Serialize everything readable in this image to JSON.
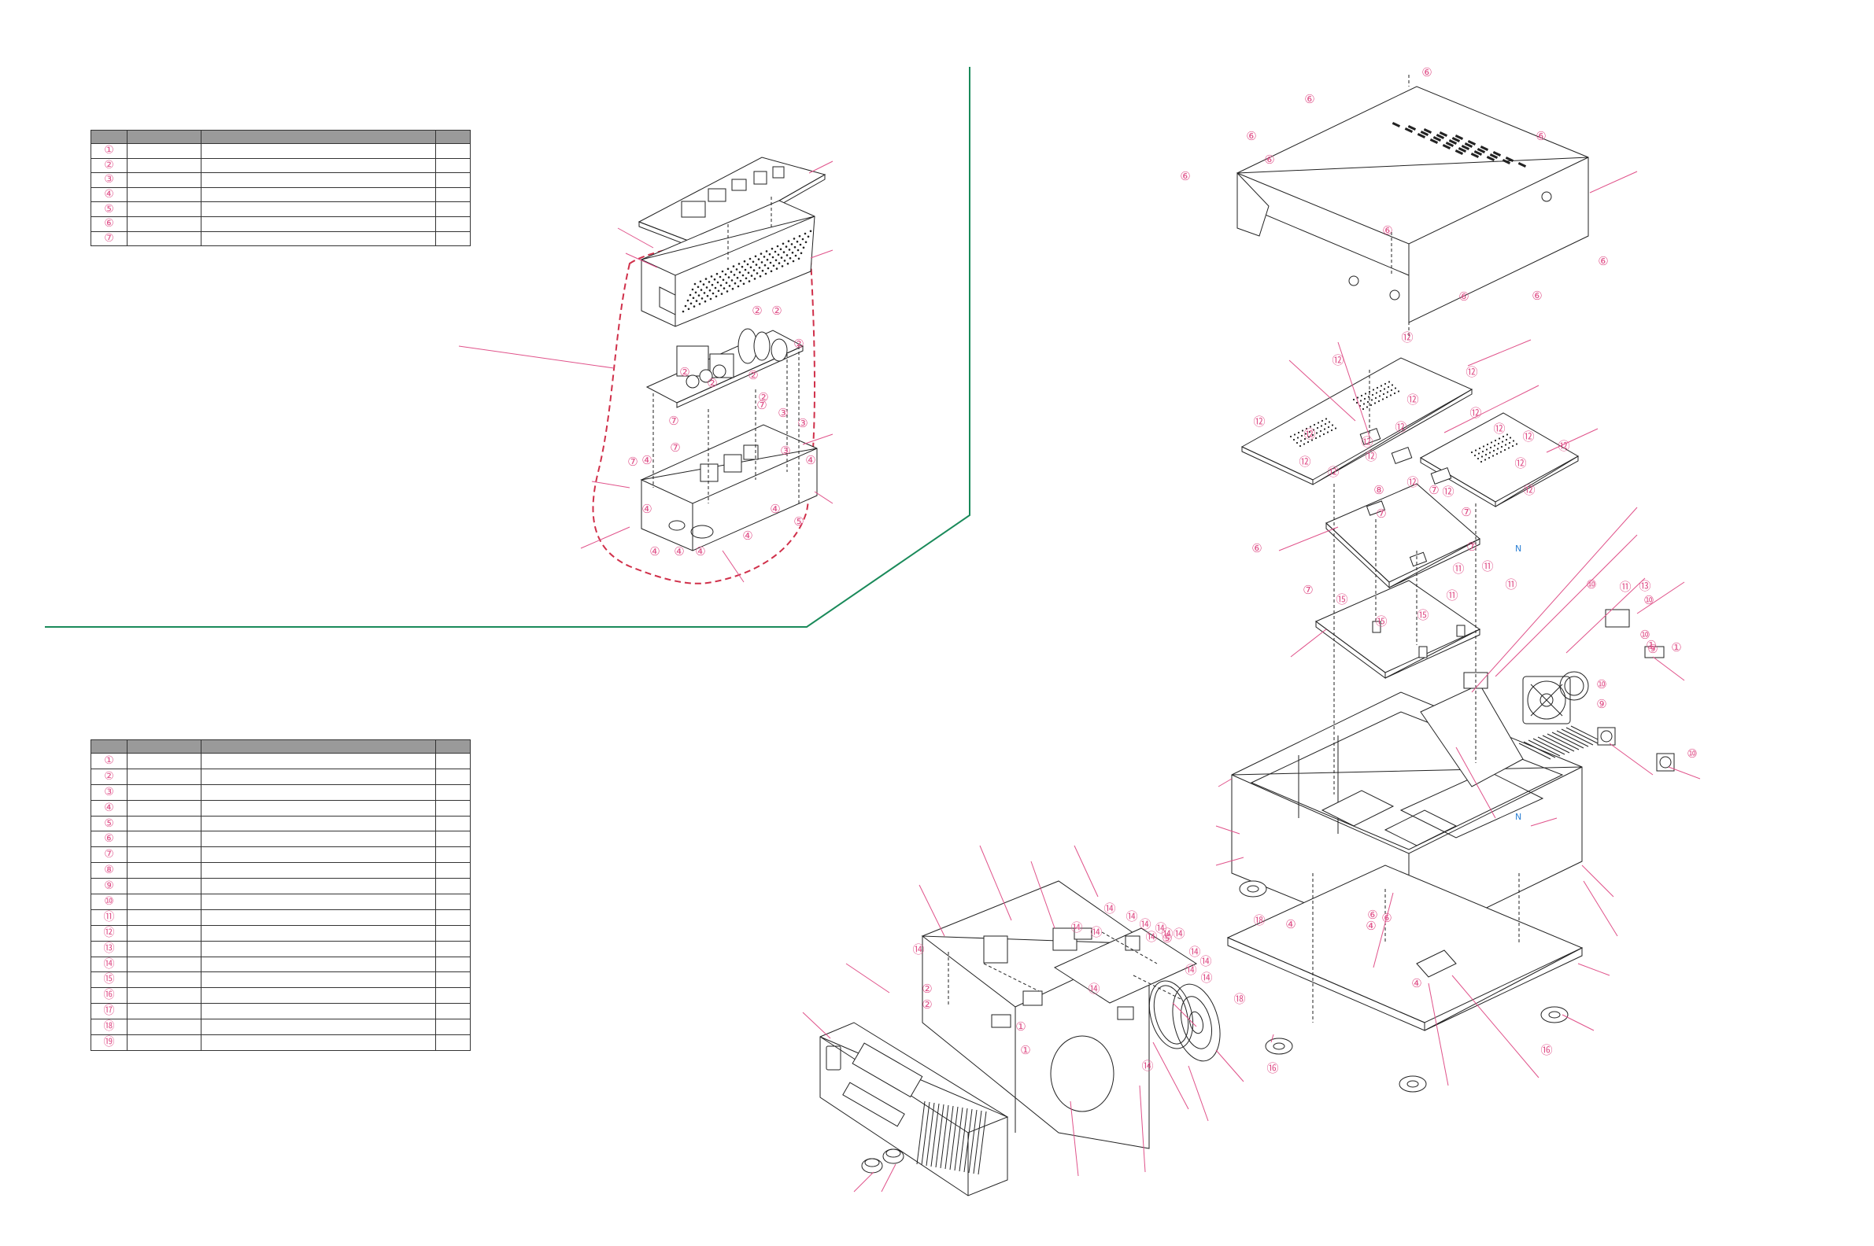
{
  "colors": {
    "border_green": "#1a8a5a",
    "callout_pink": "#e0528a",
    "group_outline_red": "#d0304a",
    "line_art": "#222222",
    "table_header_gray": "#9a9a9a",
    "marker_blue": "#2a7fd4"
  },
  "table_top": {
    "header": [
      "",
      "",
      "",
      ""
    ],
    "rows": [
      "①",
      "②",
      "③",
      "④",
      "⑤",
      "⑥",
      "⑦"
    ]
  },
  "table_bottom": {
    "header": [
      "",
      "",
      "",
      ""
    ],
    "rows": [
      "①",
      "②",
      "③",
      "④",
      "⑤",
      "⑥",
      "⑦",
      "⑧",
      "⑨",
      "⑩",
      "⑪",
      "⑫",
      "⑬",
      "⑭",
      "⑮",
      "⑯",
      "⑰",
      "⑱",
      "⑲"
    ]
  },
  "callouts": {
    "top_assembly": [
      "②",
      "②",
      "②",
      "②",
      "②",
      "②",
      "②",
      "③",
      "③",
      "③",
      "④",
      "④",
      "④",
      "④",
      "④",
      "④",
      "④",
      "④",
      "⑤",
      "⑦",
      "⑦",
      "⑦",
      "⑦"
    ],
    "main_assembly": [
      "⑥",
      "⑥",
      "⑥",
      "⑥",
      "⑥",
      "⑥",
      "⑥",
      "⑥",
      "⑥",
      "⑥",
      "⑥",
      "⑥",
      "⑥",
      "⑫",
      "⑫",
      "⑫",
      "⑫",
      "⑫",
      "⑫",
      "⑫",
      "⑫",
      "⑫",
      "⑫",
      "⑫",
      "⑫",
      "⑫",
      "⑫",
      "⑫",
      "⑫",
      "⑫",
      "⑫",
      "⑫",
      "⑧",
      "⑦",
      "⑦",
      "⑦",
      "⑦",
      "⑦",
      "⑮",
      "⑮",
      "⑮",
      "⑪",
      "⑪",
      "⑪",
      "⑪",
      "⑪",
      "⑩",
      "⑩",
      "⑩",
      "⑩",
      "⑩",
      "⑨",
      "⑨",
      "①",
      "①",
      "④",
      "④",
      "④",
      "⑯",
      "⑯",
      "⑱",
      "⑱",
      "⑬"
    ],
    "front_assembly": [
      "⑭",
      "⑭",
      "⑭",
      "⑭",
      "⑭",
      "⑭",
      "⑭",
      "⑭",
      "⑭",
      "⑭",
      "⑭",
      "⑭",
      "⑭",
      "⑭",
      "⑭",
      "⑭",
      "②",
      "②",
      "①",
      "①",
      "⑤"
    ]
  }
}
